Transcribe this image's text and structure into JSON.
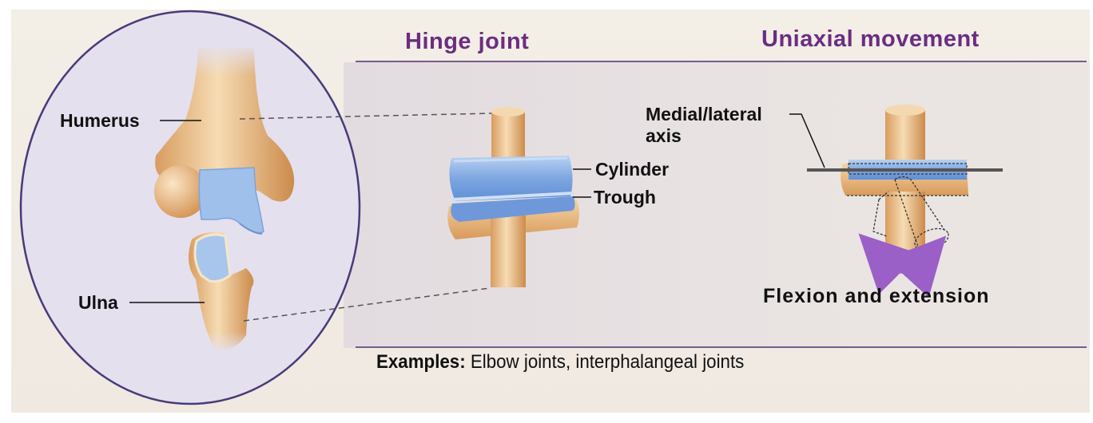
{
  "titles": {
    "joint_type": "Hinge joint",
    "movement_type": "Uniaxial movement"
  },
  "anatomy_labels": {
    "humerus": "Humerus",
    "ulna": "Ulna"
  },
  "model_labels": {
    "cylinder": "Cylinder",
    "trough": "Trough"
  },
  "axis_label": {
    "line1": "Medial/lateral",
    "line2": "axis"
  },
  "movement_caption": "Flexion and extension",
  "examples": {
    "heading": "Examples:",
    "text": "Elbow joints, interphalangeal joints"
  },
  "colors": {
    "title_purple": "#6b2d82",
    "bone": "#e8b57e",
    "cartilage": "#8fb4e6",
    "circle_fill": "#e4e0ee",
    "arrow_purple": "#9b5fc8"
  }
}
